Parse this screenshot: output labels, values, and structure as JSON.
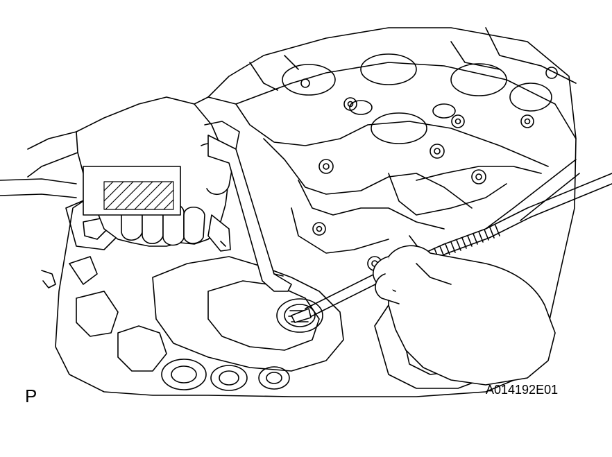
{
  "figure": {
    "view_label": "P",
    "figure_code": "A014192E01",
    "depicted_objects": [
      "engine-block",
      "hand",
      "air-gun",
      "flexible-light"
    ],
    "line_color": "#000000",
    "background_color": "#ffffff"
  }
}
